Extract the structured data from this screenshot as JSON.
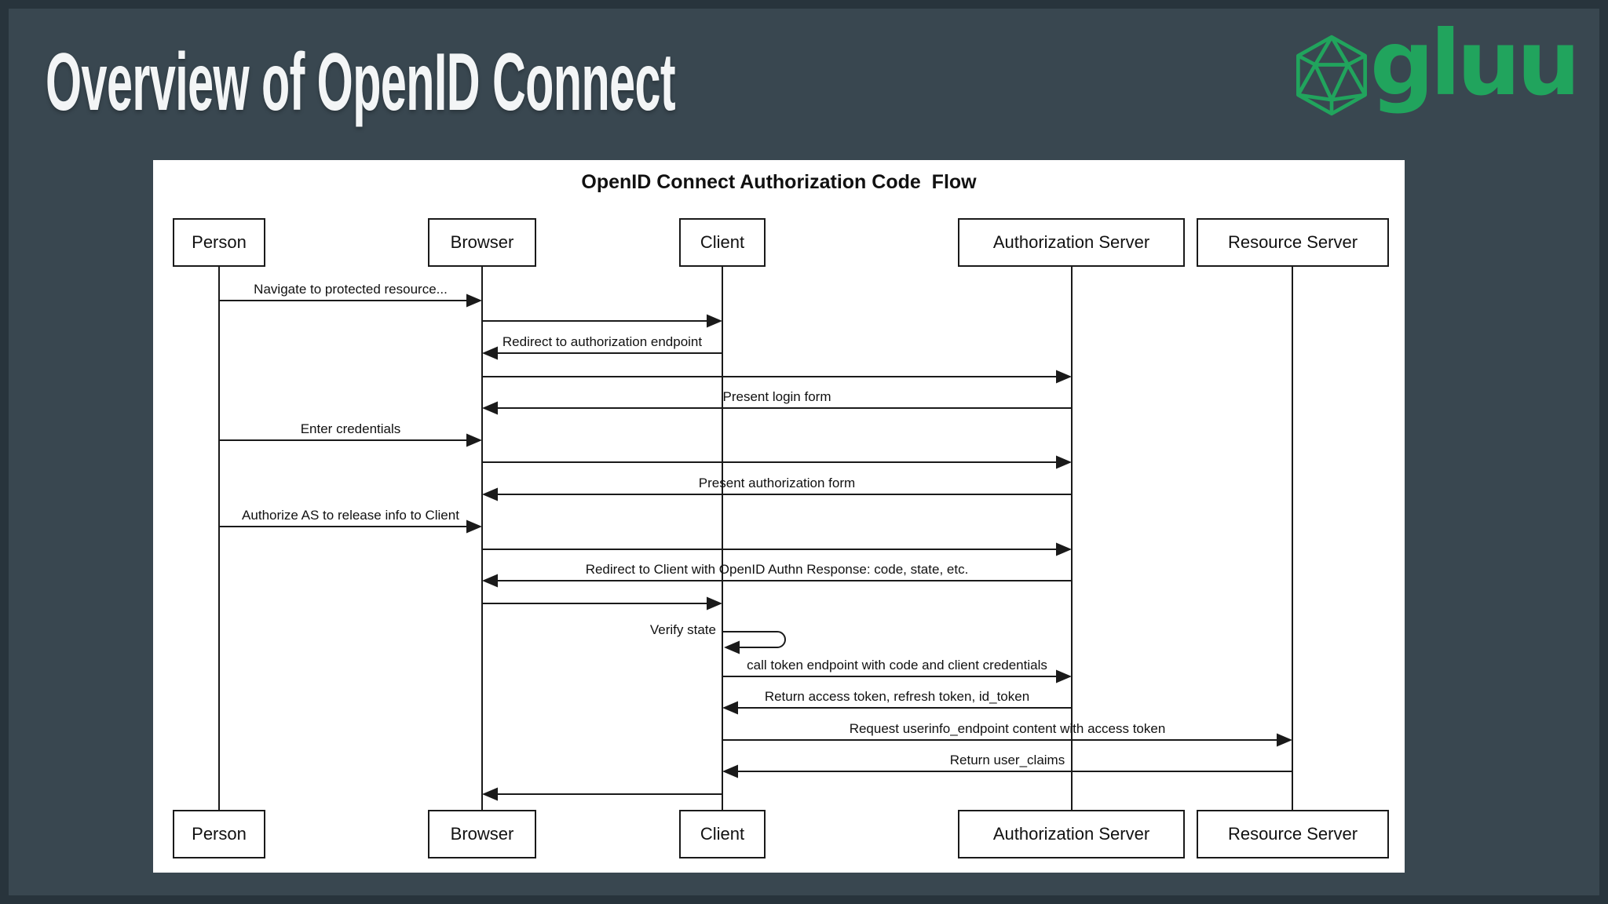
{
  "slide": {
    "heading": "Overview of OpenID Connect",
    "background_color": "#394750",
    "logo": {
      "brand": "gluu",
      "icon": "icosahedron-icon",
      "color": "#21a45d"
    }
  },
  "diagram": {
    "title": "OpenID Connect Authorization Code  Flow",
    "ink_color": "#1a1a1a",
    "actors": [
      {
        "id": "person",
        "label": "Person"
      },
      {
        "id": "browser",
        "label": "Browser"
      },
      {
        "id": "client",
        "label": "Client"
      },
      {
        "id": "auth_server",
        "label": "Authorization Server"
      },
      {
        "id": "resource_server",
        "label": "Resource Server"
      }
    ],
    "messages": [
      {
        "from": "person",
        "to": "browser",
        "label": "Navigate to protected resource..."
      },
      {
        "from": "browser",
        "to": "client",
        "label": ""
      },
      {
        "from": "client",
        "to": "browser",
        "label": "Redirect to authorization endpoint"
      },
      {
        "from": "browser",
        "to": "auth_server",
        "label": ""
      },
      {
        "from": "auth_server",
        "to": "browser",
        "label": "Present login form"
      },
      {
        "from": "person",
        "to": "browser",
        "label": "Enter credentials"
      },
      {
        "from": "browser",
        "to": "auth_server",
        "label": ""
      },
      {
        "from": "auth_server",
        "to": "browser",
        "label": "Present authorization form"
      },
      {
        "from": "person",
        "to": "browser",
        "label": "Authorize AS to release info to Client"
      },
      {
        "from": "browser",
        "to": "auth_server",
        "label": ""
      },
      {
        "from": "auth_server",
        "to": "browser",
        "label": "Redirect to Client with OpenID Authn Response: code, state, etc."
      },
      {
        "from": "browser",
        "to": "client",
        "label": ""
      },
      {
        "from": "client",
        "to": "client",
        "label": "Verify state",
        "self": true
      },
      {
        "from": "client",
        "to": "auth_server",
        "label": "call token endpoint with code and client credentials"
      },
      {
        "from": "auth_server",
        "to": "client",
        "label": "Return access token, refresh token, id_token"
      },
      {
        "from": "client",
        "to": "resource_server",
        "label": "Request userinfo_endpoint content with access token"
      },
      {
        "from": "resource_server",
        "to": "client",
        "label": "Return user_claims"
      },
      {
        "from": "client",
        "to": "browser",
        "label": ""
      }
    ]
  }
}
